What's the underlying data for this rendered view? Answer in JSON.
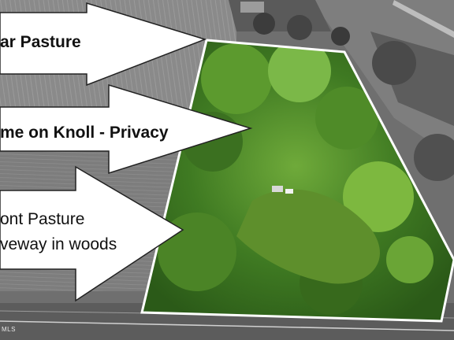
{
  "labels": {
    "arrow_1": "ar Pasture",
    "arrow_2": "me on Knoll - Privacy",
    "arrow_3_line_1": "ont Pasture",
    "arrow_3_line_2": "veway in woods"
  },
  "watermark": "MLS",
  "colors": {
    "outline": "#ffffff",
    "arrow_fill": "#ffffff",
    "arrow_stroke": "#222222",
    "vegetation": "#3f7a22",
    "lawn": "#5e8f2c",
    "surroundings": "#7a7a7a"
  }
}
